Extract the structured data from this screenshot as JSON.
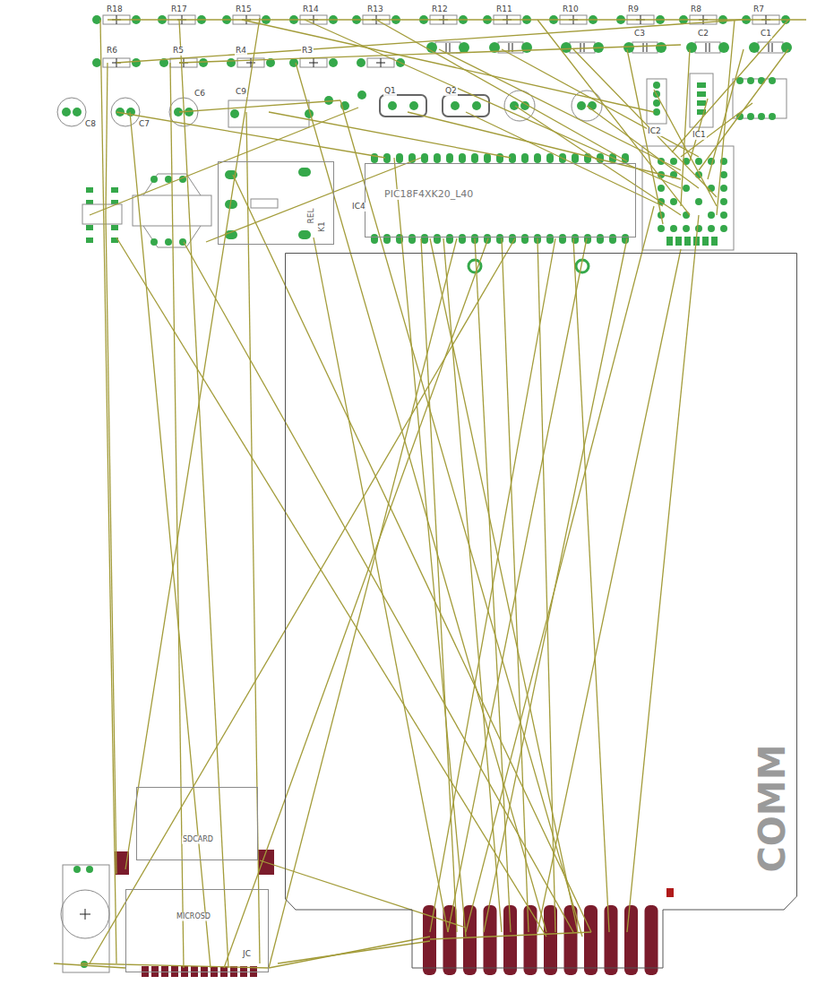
{
  "diagram": {
    "nodes": [
      {
        "text": [
          "PIC18F4XK20_L40"
        ]
      },
      {
        "text": [
          "REL",
          "K1"
        ]
      },
      {
        "text": [
          "COMM"
        ]
      },
      {
        "text": [
          "SDCARD"
        ]
      },
      {
        "text": [
          "MICROSD"
        ]
      }
    ],
    "labels": [
      "R18",
      "R17",
      "R15",
      "R14",
      "R13",
      "R12",
      "R11",
      "R10",
      "R9",
      "R8",
      "R7",
      "R6",
      "R5",
      "R4",
      "R3",
      "C3",
      "C2",
      "C1",
      "C8",
      "C7",
      "C6",
      "C9",
      "Q1",
      "Q2",
      "IC2",
      "IC1",
      "IC4",
      "JC"
    ]
  }
}
